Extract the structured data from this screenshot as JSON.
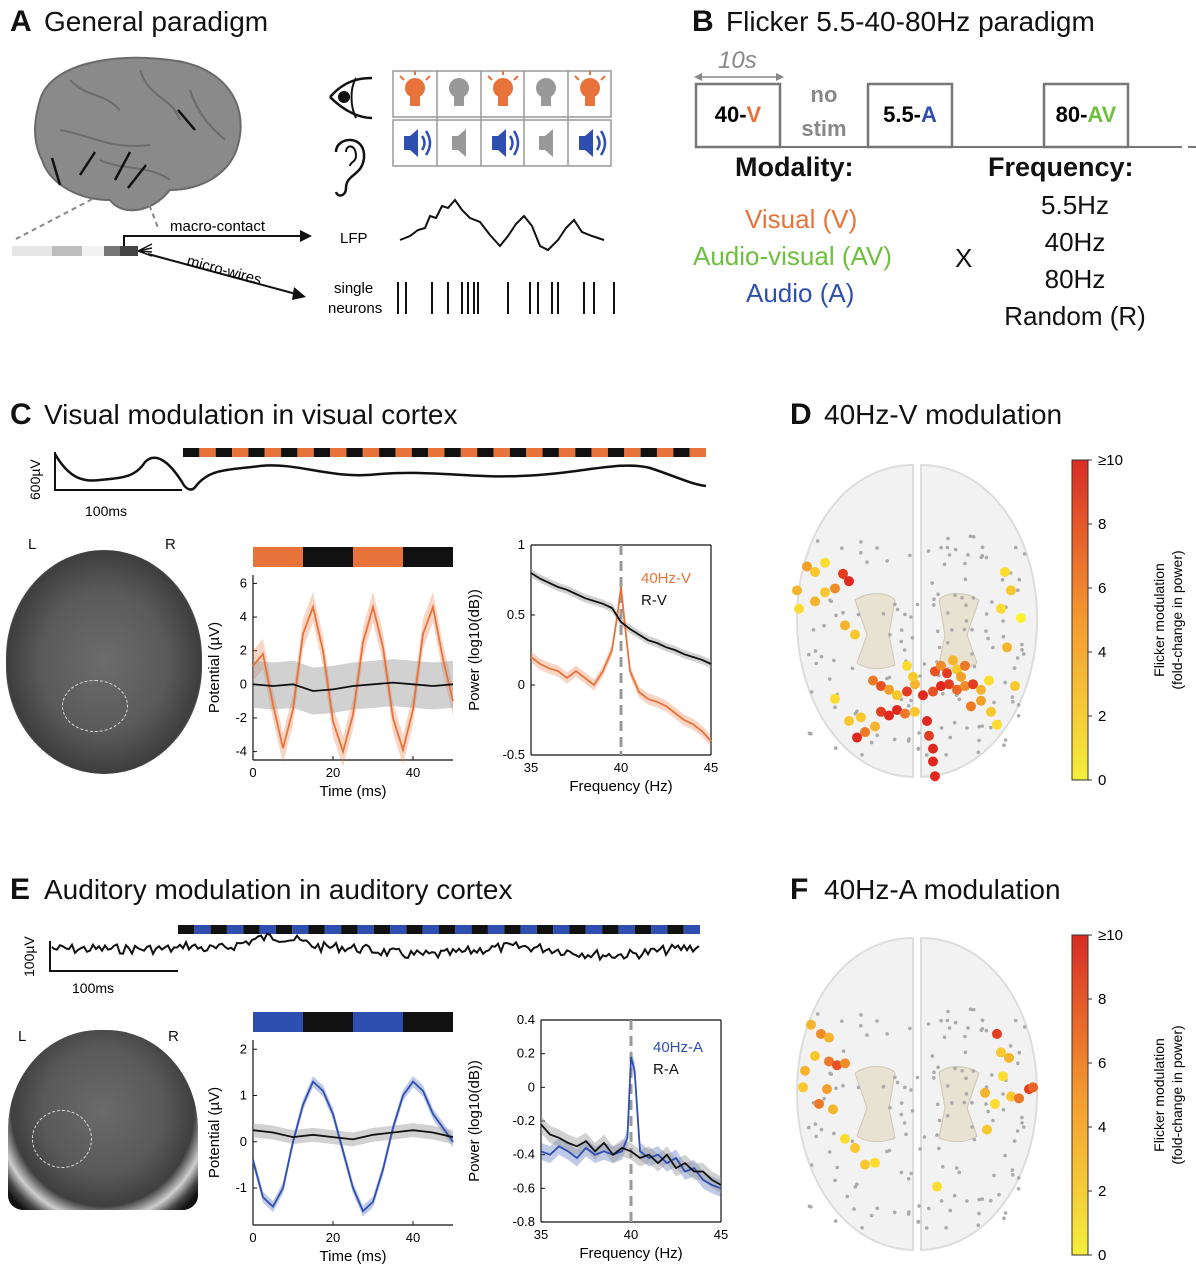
{
  "panels": {
    "A": {
      "letter": "A",
      "title": "General paradigm",
      "macro_contact": "macro-contact",
      "micro_wires": "micro-wires",
      "lfp": "LFP",
      "single_1": "single",
      "single_2": "neurons"
    },
    "B": {
      "letter": "B",
      "title": "Flicker 5.5-40-80Hz paradigm",
      "duration": "10s",
      "block1_num": "40-",
      "block1_mod": "V",
      "no_stim_1": "no",
      "no_stim_2": "stim",
      "block2_num": "5.5-",
      "block2_mod": "A",
      "block3_num": "80-",
      "block3_mod": "AV",
      "modality_header": "Modality:",
      "modalities": [
        "Visual (V)",
        "Audio-visual (AV)",
        "Audio (A)"
      ],
      "cross": "X",
      "frequency_header": "Frequency:",
      "frequencies": [
        "5.5Hz",
        "40Hz",
        "80Hz",
        "Random (R)"
      ]
    },
    "C": {
      "letter": "C",
      "title": "Visual modulation in visual cortex",
      "scale_v": "600µV",
      "scale_t": "100ms",
      "left": "L",
      "right": "R"
    },
    "D": {
      "letter": "D",
      "title": "40Hz-V modulation"
    },
    "E": {
      "letter": "E",
      "title": "Auditory modulation in auditory cortex",
      "scale_v": "100µV",
      "scale_t": "100ms",
      "left": "L",
      "right": "R"
    },
    "F": {
      "letter": "F",
      "title": "40Hz-A modulation"
    }
  },
  "colors": {
    "visual": "#e8733a",
    "audio": "#2f4fb0",
    "audiovisual": "#6fbf3f",
    "gray": "#9a9a9a",
    "black": "#111111"
  },
  "colorbar": {
    "label_1": "Flicker modulation",
    "label_2": "(fold-change in power)",
    "ticks": [
      "≥10",
      "8",
      "6",
      "4",
      "2",
      "0"
    ]
  },
  "chart_data": [
    {
      "id": "C-potential",
      "type": "line",
      "xlabel": "Time (ms)",
      "ylabel": "Potential (µV)",
      "xlim": [
        0,
        50
      ],
      "ylim": [
        -4.5,
        6.5
      ],
      "xticks": [
        0,
        20,
        40
      ],
      "yticks": [
        6,
        4,
        2,
        0,
        -2,
        -4
      ],
      "series": [
        {
          "color": "#e8733a",
          "x": [
            0,
            2.5,
            5,
            7.5,
            10,
            12.5,
            15,
            17.5,
            20,
            22.5,
            25,
            27.5,
            30,
            32.5,
            35,
            37.5,
            40,
            42.5,
            45,
            47.5,
            50
          ],
          "y": [
            1.1,
            1.8,
            -1.2,
            -3.8,
            -1.5,
            3.0,
            4.6,
            2.0,
            -2.2,
            -4.0,
            -1.8,
            2.5,
            4.6,
            2.2,
            -2.0,
            -3.9,
            -1.5,
            3.0,
            4.6,
            1.5,
            -1.0
          ]
        },
        {
          "color": "#111111",
          "x": [
            0,
            5,
            10,
            15,
            20,
            25,
            30,
            35,
            40,
            45,
            50
          ],
          "y": [
            0.0,
            -0.1,
            0.0,
            -0.4,
            -0.3,
            -0.1,
            0.0,
            0.1,
            0.0,
            -0.1,
            0.0
          ]
        }
      ]
    },
    {
      "id": "C-power",
      "type": "line",
      "xlabel": "Frequency (Hz)",
      "ylabel": "Power (log10(dB))",
      "xlim": [
        35,
        45
      ],
      "ylim": [
        -0.5,
        1.0
      ],
      "xticks": [
        35,
        40,
        45
      ],
      "yticks": [
        1,
        0.5,
        0,
        -0.5
      ],
      "series": [
        {
          "name": "40Hz-V",
          "color": "#e8733a",
          "x": [
            35,
            35.5,
            36,
            36.5,
            37,
            37.5,
            38,
            38.5,
            39,
            39.5,
            39.8,
            40,
            40.2,
            40.5,
            41,
            41.5,
            42,
            42.5,
            43,
            43.5,
            44,
            44.5,
            45
          ],
          "y": [
            0.2,
            0.15,
            0.12,
            0.1,
            0.05,
            0.1,
            0.05,
            0.0,
            0.1,
            0.25,
            0.5,
            0.7,
            0.45,
            0.1,
            -0.05,
            -0.1,
            -0.12,
            -0.15,
            -0.2,
            -0.25,
            -0.28,
            -0.33,
            -0.4
          ]
        },
        {
          "name": "R-V",
          "color": "#111111",
          "x": [
            35,
            35.5,
            36,
            36.5,
            37,
            37.5,
            38,
            38.5,
            39,
            39.5,
            40,
            40.5,
            41,
            41.5,
            42,
            42.5,
            43,
            43.5,
            44,
            44.5,
            45
          ],
          "y": [
            0.8,
            0.76,
            0.73,
            0.7,
            0.68,
            0.65,
            0.62,
            0.6,
            0.58,
            0.55,
            0.45,
            0.4,
            0.36,
            0.32,
            0.3,
            0.27,
            0.25,
            0.22,
            0.2,
            0.18,
            0.15
          ]
        }
      ]
    },
    {
      "id": "E-potential",
      "type": "line",
      "xlabel": "Time (ms)",
      "ylabel": "Potential (µV)",
      "xlim": [
        0,
        50
      ],
      "ylim": [
        -1.8,
        2.2
      ],
      "xticks": [
        0,
        20,
        40
      ],
      "yticks": [
        2,
        1,
        0,
        -1
      ],
      "series": [
        {
          "color": "#2f4fb0",
          "x": [
            0,
            2.5,
            5,
            7.5,
            10,
            12.5,
            15,
            17.5,
            20,
            22.5,
            25,
            27.5,
            30,
            32.5,
            35,
            37.5,
            40,
            42.5,
            45,
            47.5,
            50
          ],
          "y": [
            -0.4,
            -1.2,
            -1.4,
            -1.0,
            0.0,
            0.8,
            1.3,
            1.1,
            0.6,
            -0.2,
            -1.0,
            -1.5,
            -1.3,
            -0.6,
            0.3,
            1.0,
            1.3,
            1.1,
            0.6,
            0.3,
            0.0
          ]
        },
        {
          "color": "#111111",
          "x": [
            0,
            5,
            10,
            15,
            20,
            25,
            30,
            35,
            40,
            45,
            50
          ],
          "y": [
            0.25,
            0.2,
            0.1,
            0.15,
            0.1,
            0.05,
            0.15,
            0.2,
            0.25,
            0.2,
            0.1
          ]
        }
      ]
    },
    {
      "id": "E-power",
      "type": "line",
      "xlabel": "Frequency (Hz)",
      "ylabel": "Power (log10(dB))",
      "xlim": [
        35,
        45
      ],
      "ylim": [
        -0.8,
        0.4
      ],
      "xticks": [
        35,
        40,
        45
      ],
      "yticks": [
        0.4,
        0.2,
        0,
        -0.2,
        -0.4,
        -0.6,
        -0.8
      ],
      "series": [
        {
          "name": "40Hz-A",
          "color": "#2f4fb0",
          "x": [
            35,
            35.5,
            36,
            36.5,
            37,
            37.5,
            38,
            38.5,
            39,
            39.5,
            39.8,
            40,
            40.2,
            40.5,
            41,
            41.5,
            42,
            42.5,
            43,
            43.5,
            44,
            44.5,
            45
          ],
          "y": [
            -0.38,
            -0.4,
            -0.35,
            -0.38,
            -0.42,
            -0.36,
            -0.4,
            -0.38,
            -0.4,
            -0.38,
            -0.3,
            0.18,
            0.1,
            -0.38,
            -0.42,
            -0.4,
            -0.45,
            -0.42,
            -0.5,
            -0.48,
            -0.55,
            -0.58,
            -0.6
          ]
        },
        {
          "name": "R-A",
          "color": "#111111",
          "x": [
            35,
            35.5,
            36,
            36.5,
            37,
            37.5,
            38,
            38.5,
            39,
            39.5,
            40,
            40.5,
            41,
            41.5,
            42,
            42.5,
            43,
            43.5,
            44,
            44.5,
            45
          ],
          "y": [
            -0.22,
            -0.28,
            -0.3,
            -0.33,
            -0.35,
            -0.32,
            -0.38,
            -0.33,
            -0.4,
            -0.36,
            -0.38,
            -0.42,
            -0.4,
            -0.45,
            -0.4,
            -0.48,
            -0.45,
            -0.5,
            -0.5,
            -0.55,
            -0.58
          ]
        }
      ]
    }
  ]
}
